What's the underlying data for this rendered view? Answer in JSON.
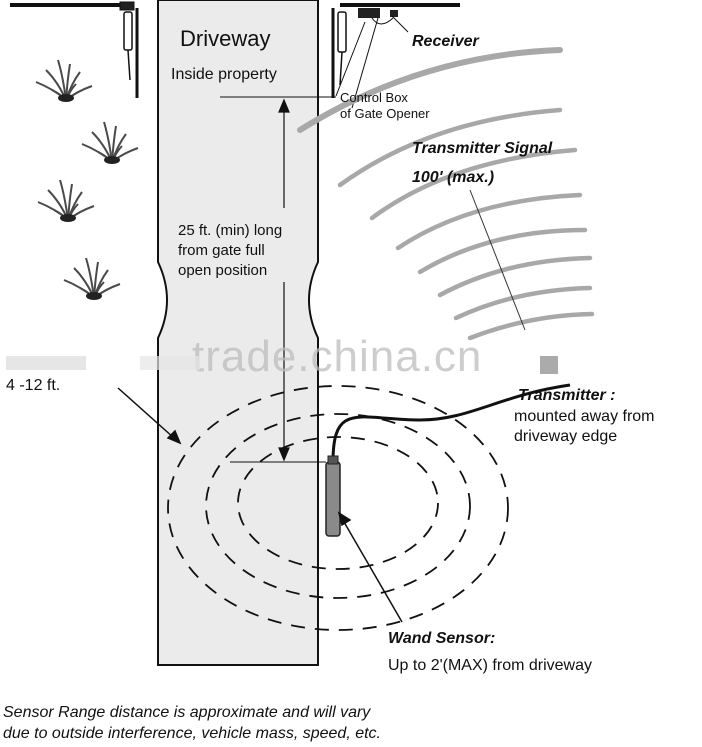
{
  "driveway": {
    "title": "Driveway",
    "subtitle": "Inside property",
    "distance_note": "25 ft. (min) long\nfrom gate full\nopen position"
  },
  "control_box": "Control Box\nof Gate Opener",
  "receiver": "Receiver",
  "transmitter_signal": {
    "title": "Transmitter Signal",
    "range": "100' (max.)"
  },
  "sensor_range": "4 -12 ft.",
  "transmitter": {
    "title": "Transmitter :",
    "desc": "mounted away from\ndriveway edge"
  },
  "wand_sensor": {
    "title": "Wand Sensor:",
    "desc": "Up to 2'(MAX) from driveway"
  },
  "footer_note": "Sensor Range distance is approximate and will vary\ndue to outside interference, vehicle mass, speed, etc.",
  "watermark": "trade.china.cn",
  "colors": {
    "line": "#111111",
    "driveway_fill": "#ebebeb",
    "signal_arc": "#a8a8a8",
    "wand": "#8a8a8a",
    "grass": "#4a4a4a"
  },
  "icons": [
    "gate-post-icon",
    "gate-motor-icon",
    "control-box-icon",
    "receiver-icon",
    "grass-tuft-icon",
    "wand-sensor-icon"
  ]
}
